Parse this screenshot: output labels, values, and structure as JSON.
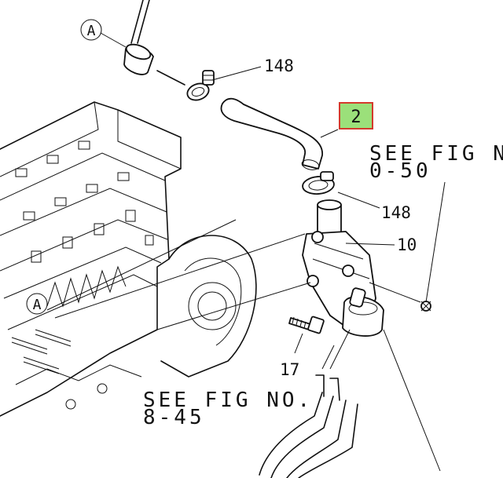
{
  "callouts": {
    "ref_a_top": "A",
    "ref_a_engine": "A",
    "clamp_upper": "148",
    "hose": "2",
    "clamp_lower": "148",
    "thermostat_housing": "10",
    "bolt": "17"
  },
  "see_figs": {
    "right_line1": "SEE FIG N",
    "right_line2": "0-50",
    "bottom_line1": "SEE FIG NO.",
    "bottom_line2": "8-45"
  },
  "colors": {
    "highlight_fill": "#9be07a",
    "highlight_border": "#d33a2c",
    "ink": "#111111"
  }
}
